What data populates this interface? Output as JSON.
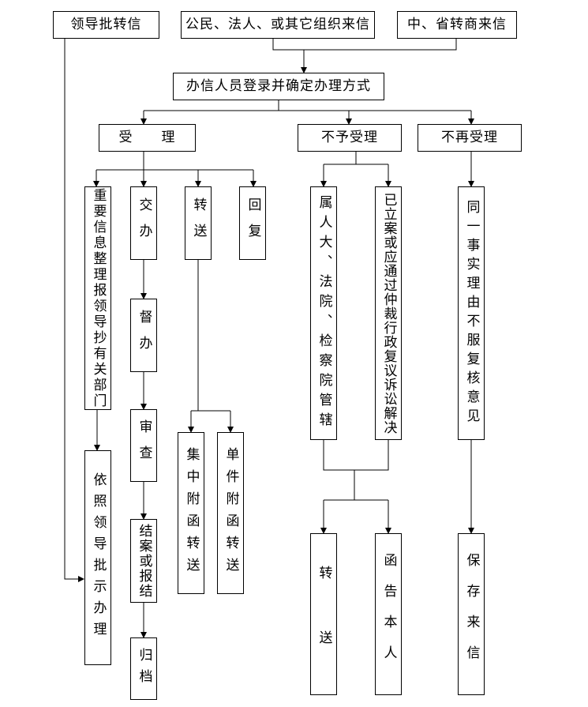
{
  "top": {
    "leader": "领导批转信",
    "citizens": "公民、法人、或其它组织来信",
    "central": "中、省转商来信"
  },
  "register": "办信人员登录并确定办理方式",
  "categories": {
    "accept": "受　　理",
    "reject": "不予受理",
    "no_more": "不再受理"
  },
  "accept_branch": {
    "report": "重要信息整理报领导抄有关部门",
    "assign": "交办",
    "transfer": "转送",
    "reply": "回复",
    "supervise": "督办",
    "review": "审查",
    "conclude": "结案或报结",
    "archive": "归档",
    "follow_leader": "依照领导批示办理",
    "batch_transfer": "集中附函转送",
    "single_transfer": "单件附函转送"
  },
  "reject_branch": {
    "jurisdiction": "属人大、法院、检察院管辖",
    "resolved": "已立案或应通过仲裁行政复议诉讼解决",
    "forward": "转　送",
    "notify": "函告本人"
  },
  "no_more_branch": {
    "review_opinion": "同一事实理由不服复核意见",
    "keep": "保存来信"
  }
}
